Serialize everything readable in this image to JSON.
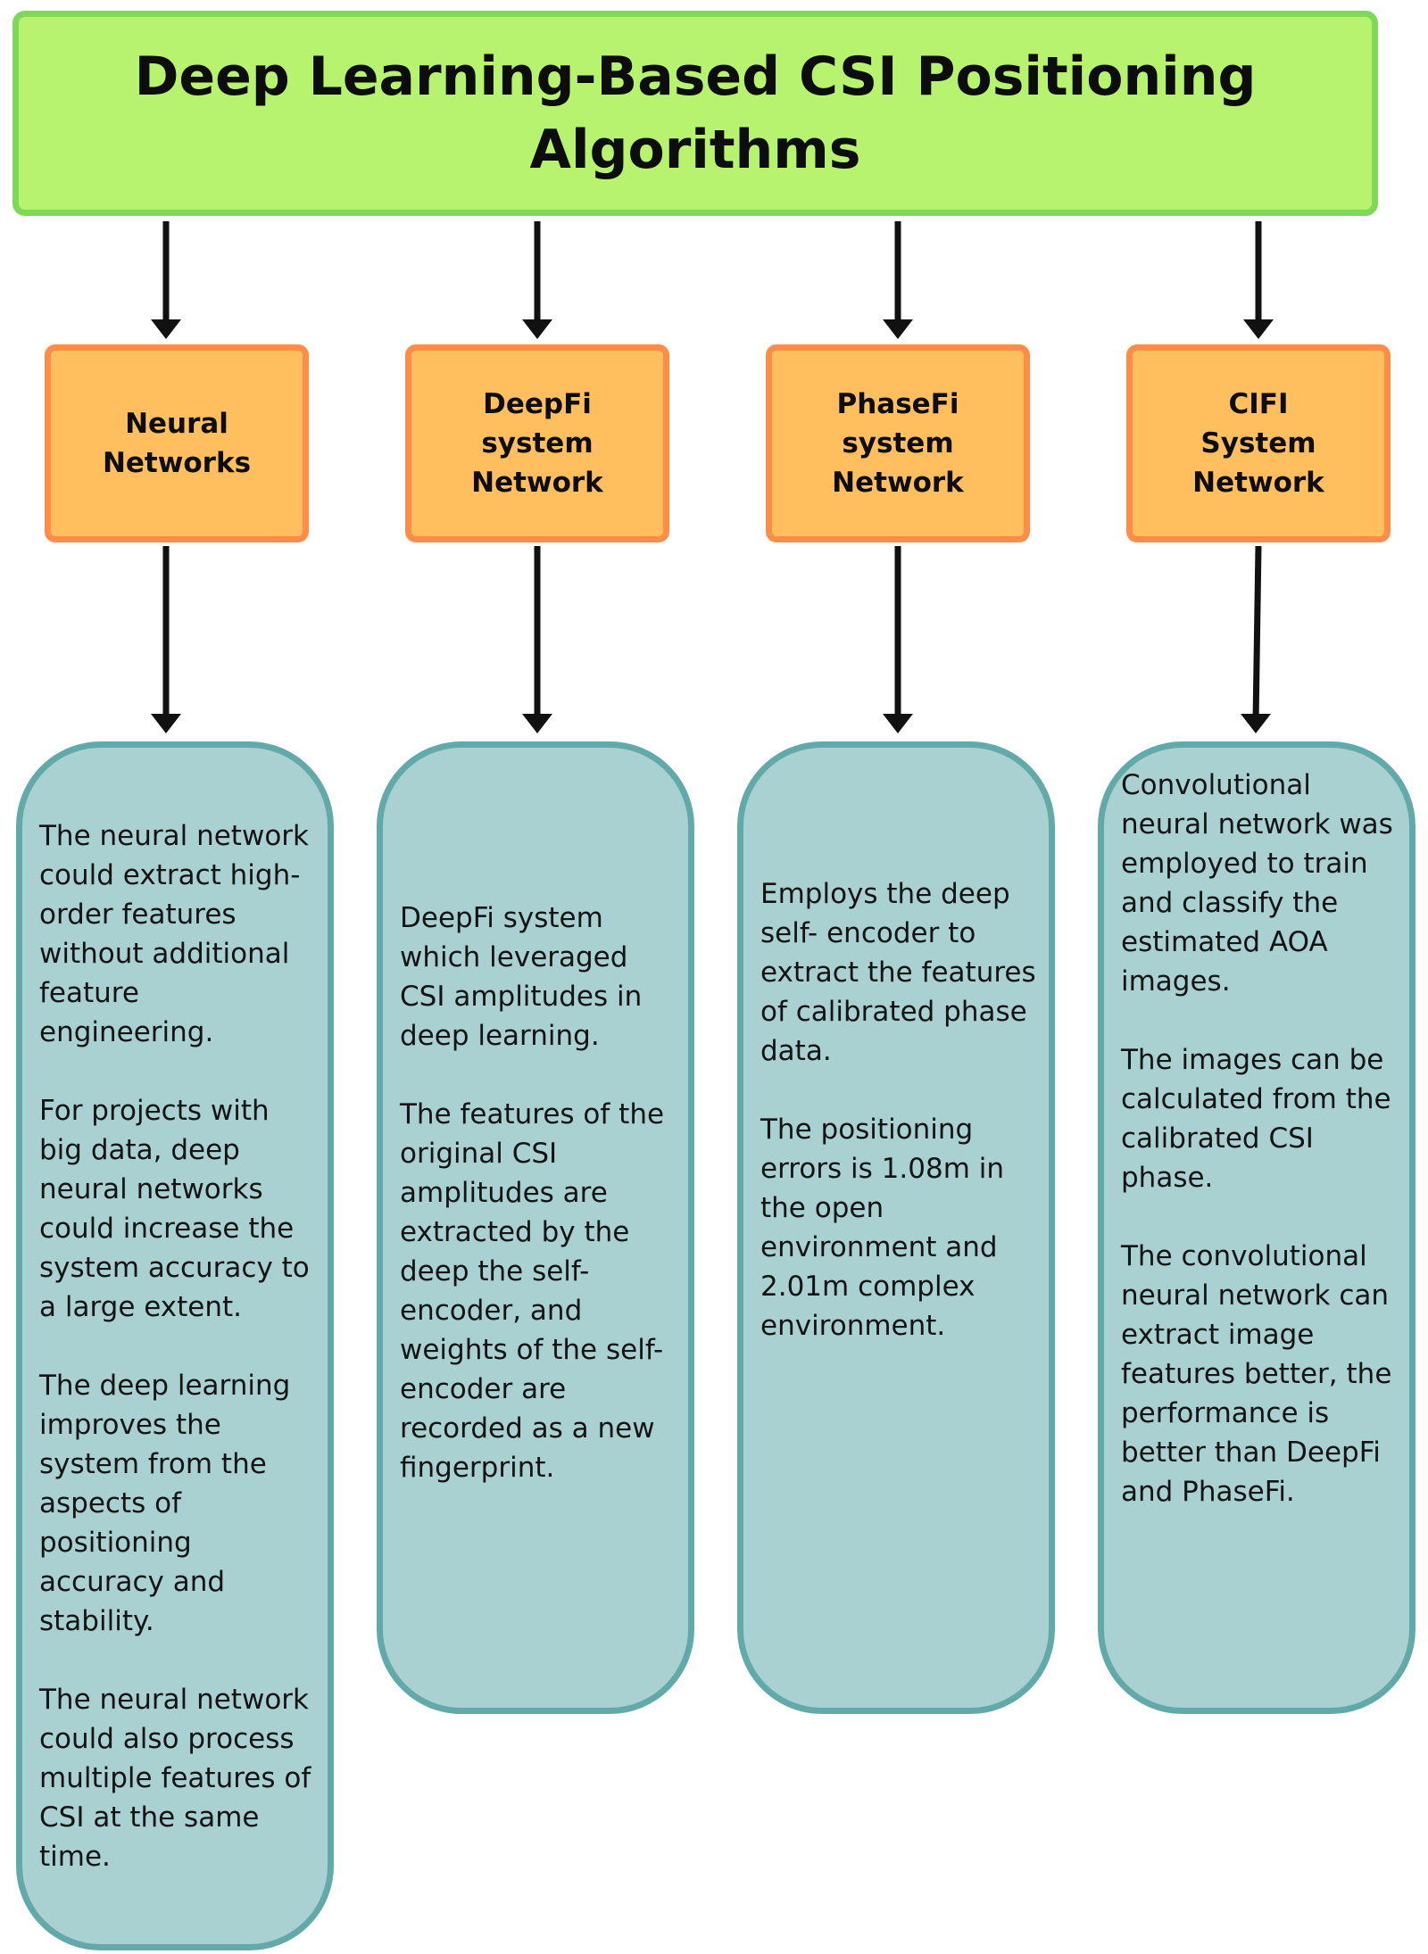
{
  "title": "Deep Learning-Based CSI Positioning Algorithms",
  "colors": {
    "title_fill": "#b7f36e",
    "title_border": "#7ed957",
    "category_fill": "#ffbf5e",
    "category_border": "#ff8d47",
    "description_fill": "#a9d1d2",
    "description_border": "#62a9aa",
    "arrow": "#111111"
  },
  "columns": [
    {
      "label": "Neural\nNetworks",
      "paragraphs": [
        "The neural network could extract high-order features without additional feature engineering.",
        "For projects with big data, deep neural networks could increase the system accuracy to a large extent.",
        "The deep learning improves the system from the aspects of positioning accuracy and stability.",
        "The neural network could also process multiple features of CSI at the same time."
      ]
    },
    {
      "label": "DeepFi\nsystem\nNetwork",
      "paragraphs": [
        "DeepFi system which leveraged CSI amplitudes in deep learning.",
        "The features of the original CSI amplitudes are extracted by the deep the self-encoder, and weights of the self- encoder are recorded as a new fingerprint."
      ]
    },
    {
      "label": "PhaseFi system\nNetwork",
      "paragraphs": [
        "Employs the deep self- encoder to extract the features of calibrated phase data.",
        "The positioning errors is 1.08m in the open environment and 2.01m complex environment."
      ]
    },
    {
      "label": "CIFI\nSystem\nNetwork",
      "paragraphs": [
        "Convolutional neural network was employed to train and classify the estimated AOA images.",
        "The images can be calculated from the calibrated CSI phase.",
        "The convolutional neural network can extract image features better, the performance is better than DeepFi and PhaseFi."
      ]
    }
  ]
}
